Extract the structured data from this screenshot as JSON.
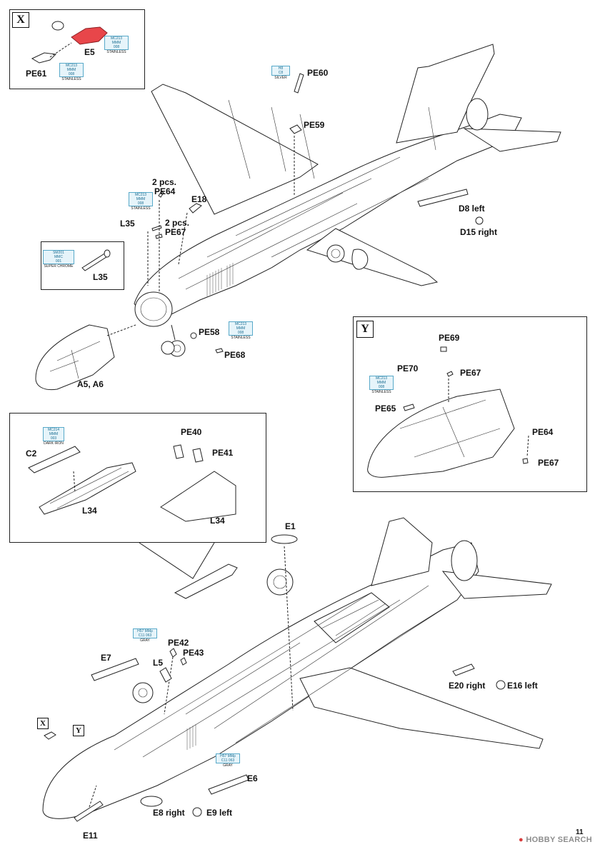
{
  "page_number": "11",
  "watermark": {
    "prefix": "",
    "brand": "HOBBY SEARCH"
  },
  "callouts": {
    "X": "X",
    "Y": "Y"
  },
  "inset_x": {
    "tag": "X",
    "parts": {
      "e5": "E5",
      "pe61": "PE61"
    },
    "paint_a": {
      "codes": "MC213\nMMM\n008",
      "sub": "STAINLESS"
    },
    "paint_b": {
      "codes": "MC213\nMMM\n008",
      "sub": "STAINLESS"
    }
  },
  "inset_l35": {
    "paint": {
      "codes": "SM201\nMMC\n001",
      "sub": "SUPER CHROME"
    },
    "part": "L35"
  },
  "inset_y": {
    "tag": "Y",
    "parts": {
      "pe69": "PE69",
      "pe67_top": "PE67",
      "pe70": "PE70",
      "pe65": "PE65",
      "pe64": "PE64",
      "pe67_bottom": "PE67"
    },
    "paint": {
      "codes": "MC213\nMMM\n008",
      "sub": "STAINLESS"
    }
  },
  "inset_bay": {
    "paint": {
      "codes": "MC214\nMMM\n003",
      "sub": "DARK IRON"
    },
    "parts": {
      "c2": "C2",
      "l34_left": "L34",
      "pe40": "PE40",
      "pe41": "PE41",
      "l34_right": "L34"
    }
  },
  "upper_view": {
    "parts": {
      "pe60": "PE60",
      "pe59": "PE59",
      "pcs_64": "2 pcs.",
      "pe64": "PE64",
      "e18": "E18",
      "l35": "L35",
      "pcs_67": "2 pcs.",
      "pe67": "PE67",
      "d8": "D8 left",
      "d15": "D15 right",
      "pe58": "PE58",
      "pe68": "PE68",
      "a5a6": "A5, A6"
    },
    "paints": {
      "pe60": {
        "codes": "H8\nC8",
        "sub": "SILVER"
      },
      "pe64": {
        "codes": "MC213\nMMM\n008",
        "sub": "STAINLESS"
      },
      "pe68": {
        "codes": "MC213\nMMM\n008",
        "sub": "STAINLESS"
      }
    }
  },
  "lower_view": {
    "parts": {
      "e1": "E1",
      "pe42": "PE42",
      "pe43": "PE43",
      "e7": "E7",
      "l5": "L5",
      "e20": "E20 right",
      "e16": "E16 left",
      "e6": "E6",
      "e8": "E8 right",
      "e9": "E9 left",
      "e11": "E11"
    },
    "paints": {
      "e7": {
        "codes": "H57 MMρ\nC11 063",
        "sub": "GRAY"
      },
      "e6": {
        "codes": "H57 MMρ\nC11 063",
        "sub": "GRAY"
      }
    }
  }
}
